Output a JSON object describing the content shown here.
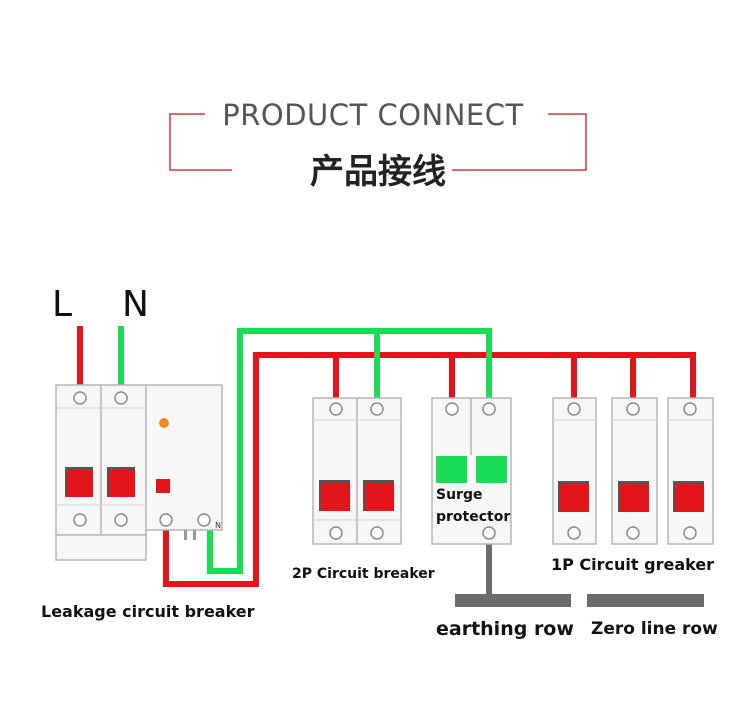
{
  "header": {
    "title_en": "PRODUCT CONNECT",
    "title_cn": "产品接线",
    "accent_color": "#d9363e"
  },
  "diagram": {
    "phase_label": "L",
    "neutral_label": "N",
    "neutral_terminal_mark": "N",
    "leakage_breaker_label": "Leakage circuit breaker",
    "breaker_2p_label": "2P Circuit breaker",
    "surge_protector_label_line1": "Surge",
    "surge_protector_label_line2": "protector",
    "breaker_1p_label": "1P Circuit greaker",
    "earthing_row_label": "earthing row",
    "zero_line_row_label": "Zero line row",
    "wire_colors": {
      "live": "#e3151a",
      "neutral": "#1bdc55",
      "earth": "#6b6b6b"
    }
  }
}
